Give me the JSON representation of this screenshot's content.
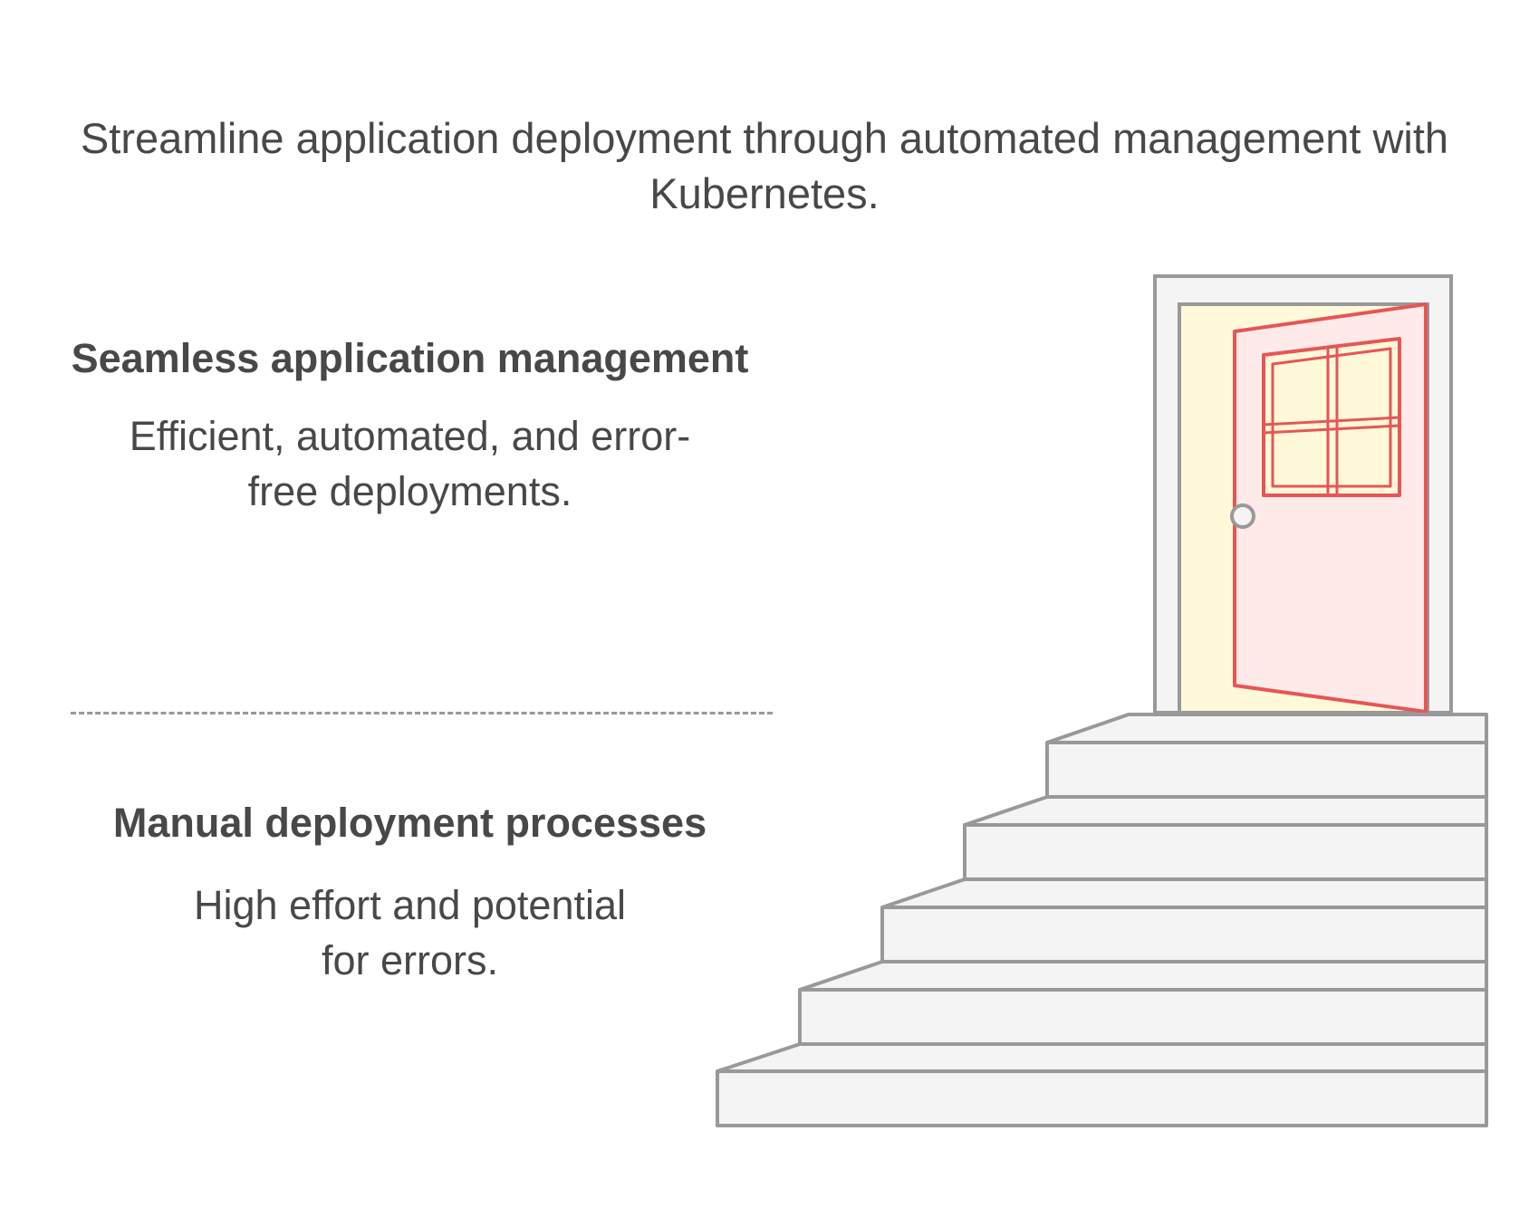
{
  "title": "Streamline application deployment through automated management with Kubernetes.",
  "sections": [
    {
      "heading": "Seamless application management",
      "description": "Efficient, automated, and error-free deployments."
    },
    {
      "heading": "Manual deployment processes",
      "description": "High effort and potential for errors."
    }
  ],
  "colors": {
    "text": "#484848",
    "stroke": "#999999",
    "step_fill": "#f4f4f4",
    "door_fill": "#ffeaea",
    "door_stroke": "#e85555",
    "doorway_light": "#fff9d9"
  },
  "icons": {
    "door": "open-door-icon",
    "stairs": "staircase-icon"
  }
}
